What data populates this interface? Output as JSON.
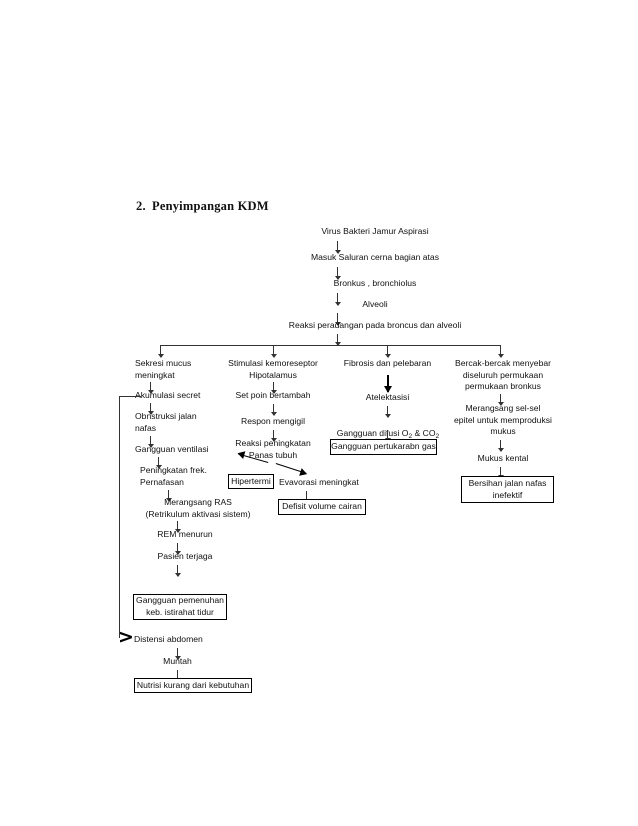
{
  "document": {
    "title_number": "2.",
    "title_text": "Penyimpangan KDM"
  },
  "chain_top": {
    "n1": "Virus Bakteri Jamur Aspirasi",
    "n2": "Masuk Saluran cerna bagian atas",
    "n3": "Bronkus , bronchiolus",
    "n4": "Alveoli",
    "n5": "Reaksi peradangan pada broncus dan alveoli"
  },
  "column_1": {
    "heading": "Sekresi mucus\nmeningkat",
    "n2": "Akumulasi secret",
    "n3": "Obnstruksi jalan\nnafas",
    "n4": "Gangguan ventilasi",
    "n5": "Peningkatan frek.\nPernafasan",
    "n6": "Merangsang RAS\n(Retrikulum aktivasi sistem)",
    "n7": "REM menurun",
    "n8": "Pasien terjaga",
    "box1": "Gangguan pemenuhan\nkeb. istirahat tidur",
    "n9": "Distensi abdomen",
    "n10": "Muntah",
    "box2": "Nutrisi kurang dari kebutuhan"
  },
  "column_2": {
    "heading": "Stimulasi kemoreseptor\nHipotalamus",
    "n2": "Set poin bertambah",
    "n3": "Respon mengigil",
    "n4": "Reaksi peningkatan\nPanas tubuh",
    "box1": "Hipertermi",
    "n5": "Evavorasi meningkat",
    "box2": "Defisit volume cairan"
  },
  "column_3": {
    "heading": "Fibrosis dan pelebaran",
    "n2": "Atelektasisi",
    "n3_pre": "Gangguan difusi O",
    "n3_sub1": "2",
    "n3_mid": " & CO",
    "n3_sub2": "2",
    "box1": "Gangguan pertukarabn gas"
  },
  "column_4": {
    "heading": "Bercak-bercak menyebar\ndiseluruh permukaan\npermukaan bronkus",
    "n2": "Merangsang sel-sel\nepitel untuk memproduksi\nmukus",
    "n3": "Mukus kental",
    "box1": "Bersihan jalan nafas\ninefektif"
  },
  "colors": {
    "ink": "#111111",
    "line": "#333333",
    "background": "#ffffff"
  }
}
